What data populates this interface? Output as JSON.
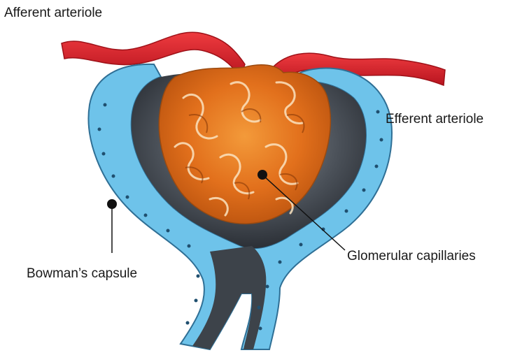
{
  "labels": {
    "afferent_arteriole": "Afferent arteriole",
    "efferent_arteriole": "Efferent arteriole",
    "bowmans_capsule": "Bowman’s capsule",
    "glomerular_capillaries": "Glomerular capillaries"
  },
  "colors": {
    "artery_red": "#d91f2a",
    "capsule_blue": "#6ec3ea",
    "capsule_outline": "#2f6f95",
    "bowman_space_dark": "#3a3f46",
    "capillary_orange": "#e8741c",
    "label_text": "#1a1a1a"
  }
}
